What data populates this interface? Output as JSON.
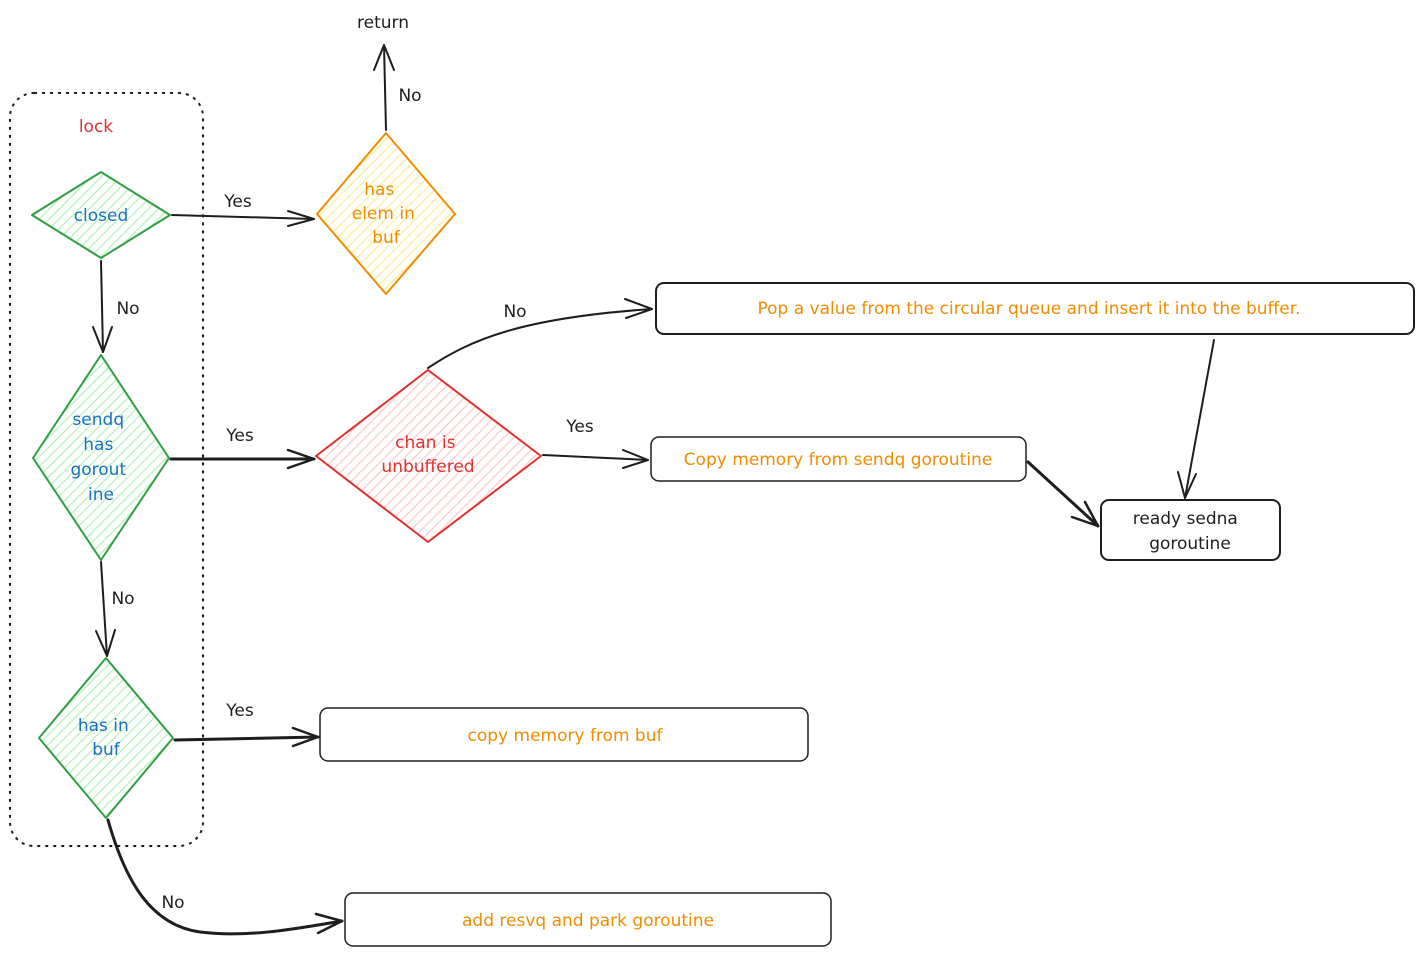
{
  "diagram": {
    "group_label": "lock",
    "nodes": {
      "closed": {
        "label": "closed"
      },
      "sendq_has_goroutine": {
        "lines": [
          "sendq",
          "has",
          "gorout",
          "ine"
        ]
      },
      "has_in_buf": {
        "lines": [
          "has in",
          "buf"
        ]
      },
      "has_elem_in_buf": {
        "lines": [
          "has",
          "elem in",
          "buf"
        ]
      },
      "return": {
        "label": "return"
      },
      "chan_is_unbuffered": {
        "lines": [
          "chan is",
          "unbuffered"
        ]
      },
      "pop_value": {
        "label": "Pop a value from the circular queue and insert it into the buffer."
      },
      "copy_from_sendq": {
        "label": "Copy memory from sendq goroutine"
      },
      "ready_sendq": {
        "lines": [
          "ready sedna",
          "goroutine"
        ]
      },
      "copy_from_buf": {
        "label": "copy memory from buf"
      },
      "add_recvq": {
        "label": "add  resvq and park goroutine"
      }
    },
    "edges": {
      "closed_yes": "Yes",
      "closed_no": "No",
      "elem_no": "No",
      "sendq_yes": "Yes",
      "sendq_no": "No",
      "unbuffered_no": "No",
      "unbuffered_yes": "Yes",
      "inbuf_yes": "Yes",
      "inbuf_no": "No"
    },
    "colors": {
      "green": "#2f9e44",
      "green_fill": "#b2f2bb",
      "orange": "#f08c00",
      "orange_fill": "#ffec99",
      "red": "#e03131",
      "red_fill": "#ffc9c9",
      "blue_text": "#1971c2",
      "orange_text": "#f08c00",
      "red_text": "#e03131",
      "stroke": "#1e1e1e"
    }
  }
}
